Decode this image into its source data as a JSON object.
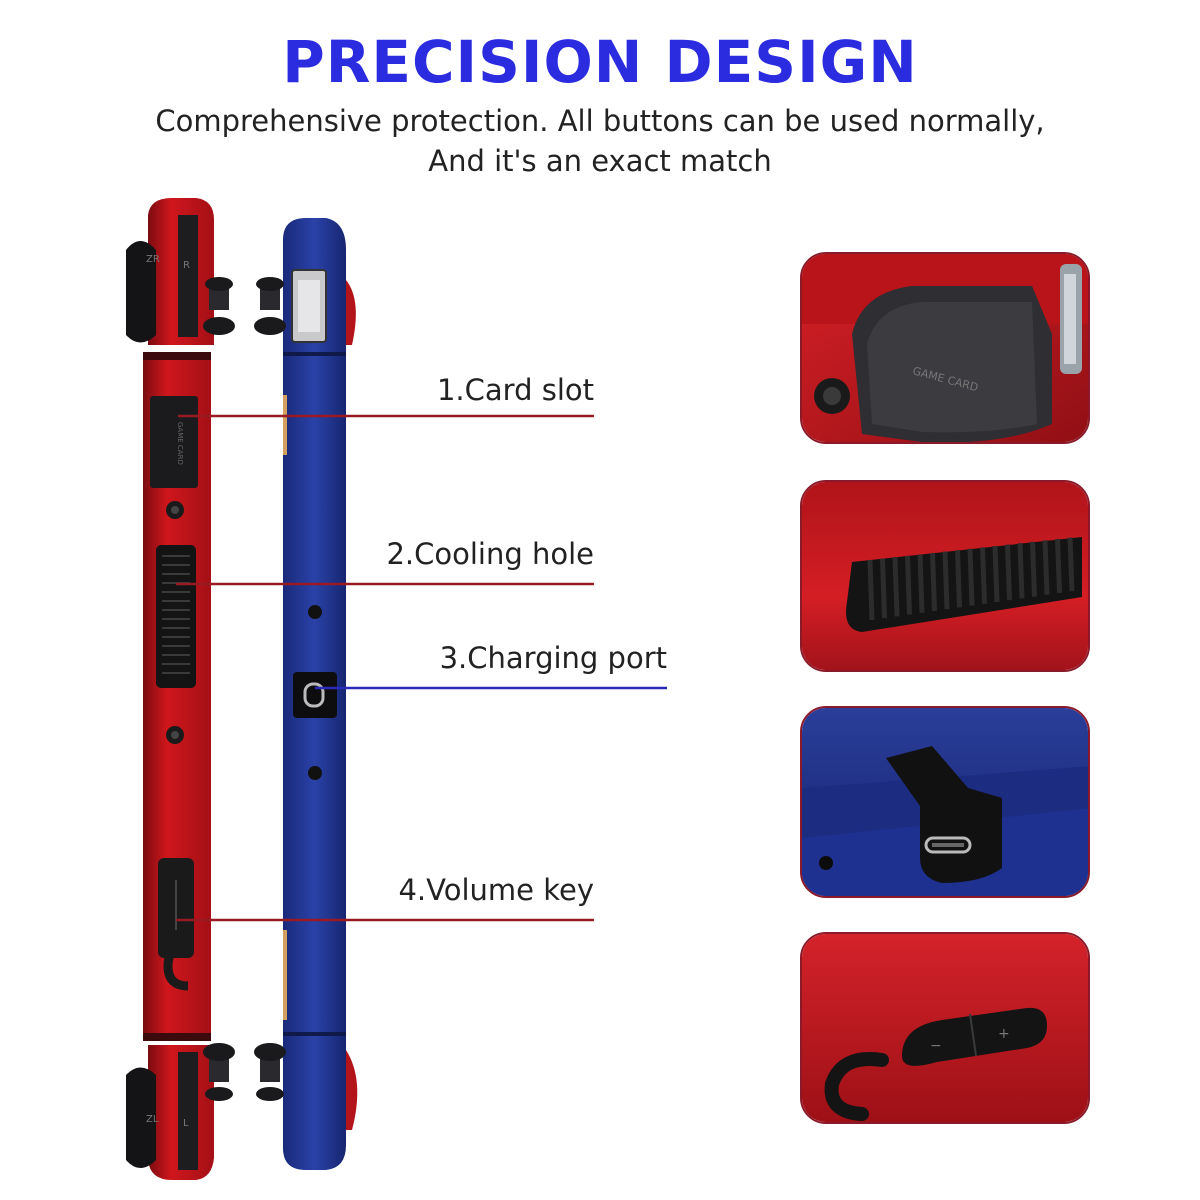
{
  "header": {
    "title": "PRECISION DESIGN",
    "subtitle_line1": "Comprehensive protection. All buttons can be used normally,",
    "subtitle_line2": "And it's an exact match"
  },
  "callouts": [
    {
      "label": "1.Card slot",
      "line_color": "#9a1a22"
    },
    {
      "label": "2.Cooling hole",
      "line_color": "#9a1a22"
    },
    {
      "label": "3.Charging port",
      "line_color": "#2a2ab8"
    },
    {
      "label": "4.Volume key",
      "line_color": "#9a1a22"
    }
  ],
  "device": {
    "red_shell_color": "#c8161d",
    "blue_shell_color": "#1f3594",
    "card_slot_text": "GAME CARD",
    "shoulder_top_labels": [
      "ZR",
      "R"
    ],
    "shoulder_bottom_labels": [
      "ZL",
      "L"
    ]
  },
  "detail_panels": [
    {
      "name": "card-slot-closeup",
      "text": "GAME CARD",
      "color": "#c8161d"
    },
    {
      "name": "cooling-hole-closeup",
      "color": "#c8161d"
    },
    {
      "name": "charging-port-closeup",
      "color": "#1f3594"
    },
    {
      "name": "volume-key-closeup",
      "symbols": [
        "−",
        "+"
      ],
      "color": "#c8161d"
    }
  ]
}
